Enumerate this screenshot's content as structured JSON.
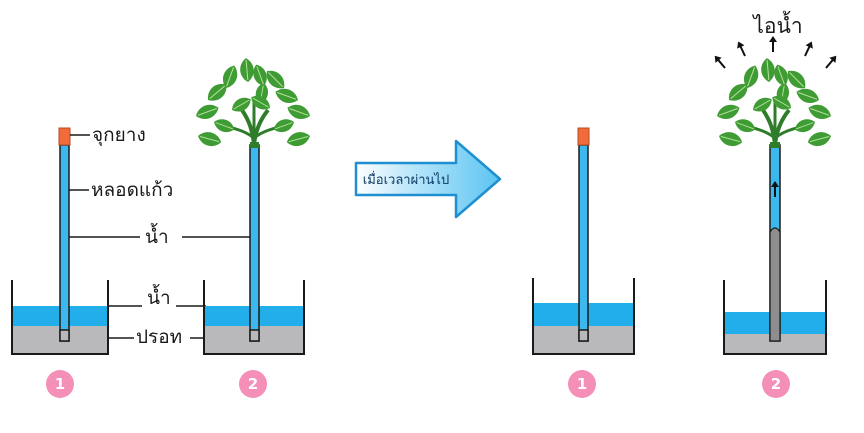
{
  "labels": {
    "stopper": "จุกยาง",
    "glass_tube": "หลอดแก้ว",
    "water_in_tube": "น้ำ",
    "water": "น้ำ",
    "mercury": "ปรอท",
    "vapor": "ไอน้ำ"
  },
  "arrow": {
    "text": "เมื่อเวลาผ่านไป"
  },
  "badges": {
    "before_1": "1",
    "before_2": "2",
    "after_1": "1",
    "after_2": "2"
  },
  "colors": {
    "water": "#22aeea",
    "tube_water": "#3db8ee",
    "mercury": "#b9b9bb",
    "mercury_column": "#8e8e90",
    "stopper": "#f26b3a",
    "leaf": "#3f9c35",
    "leaf_light": "#6cc04a",
    "stem": "#2f7d2a",
    "badge": "#f48fb8",
    "arrow_fill": "#7fd0f5",
    "arrow_stroke": "#1e8fd0"
  }
}
